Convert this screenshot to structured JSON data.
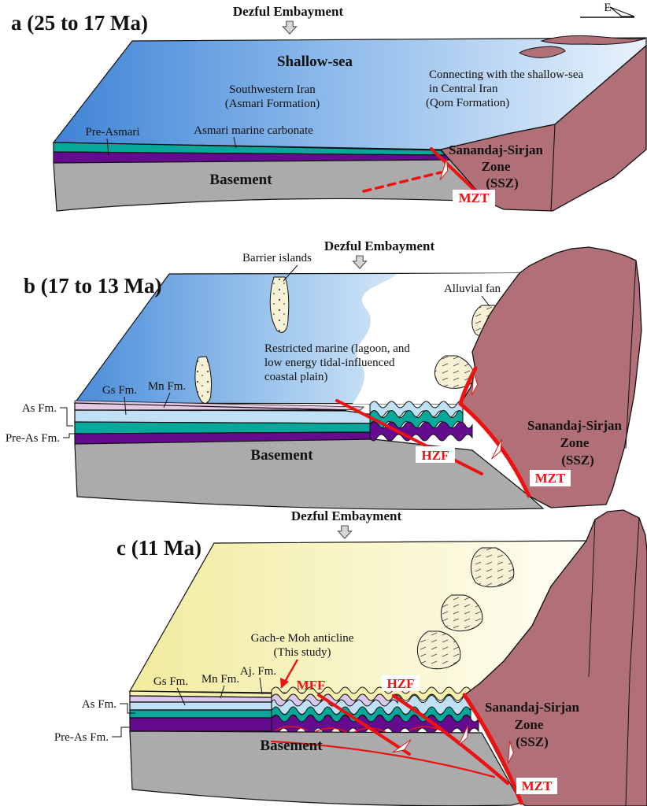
{
  "palette": {
    "sea_deep": "#3f83d6",
    "sea_pale": "#e8f2fb",
    "asmari_teal": "#07a89c",
    "pre_asmari_purple": "#650b90",
    "basement_gray": "#ababab",
    "ssz_maroon": "#b17077",
    "mishan_pink": "#e7c8e6",
    "mishan_lavender": "#d9c7ee",
    "gachsaran_blue": "#bfe0f5",
    "aghajari_yellow": "#f7f1ae",
    "island_cream": "#f7f2d5",
    "fault_red": "#ee1111",
    "land_yellow": "#f1eb9e"
  },
  "panels": {
    "a": {
      "title": "a (25 to 17 Ma)",
      "embayment": "Dezful Embayment",
      "compass": "E",
      "shallow_sea": "Shallow-sea",
      "sw_iran_1": "Southwestern Iran",
      "sw_iran_2": "(Asmari Formation)",
      "connect_1": "Connecting with the shallow-sea",
      "connect_2": "in Central Iran",
      "connect_3": "(Qom Formation)",
      "pre_asmari": "Pre-Asmari",
      "asmari": "Asmari marine carbonate",
      "basement": "Basement",
      "ssz_1": "Sanandaj-Sirjan",
      "ssz_2": "Zone",
      "ssz_3": "(SSZ)",
      "mzt": "MZT"
    },
    "b": {
      "title": "b (17 to 13 Ma)",
      "embayment": "Dezful Embayment",
      "barrier": "Barrier islands",
      "alluvial": "Alluvial fan",
      "restricted_1": "Restricted marine (lagoon, and",
      "restricted_2": "low energy tidal-influenced",
      "restricted_3": "coastal plain)",
      "gs": "Gs Fm.",
      "mn": "Mn Fm.",
      "as_fm": "As Fm.",
      "pre_as": "Pre-As Fm.",
      "basement": "Basement",
      "hzf": "HZF",
      "mzt": "MZT",
      "ssz_1": "Sanandaj-Sirjan",
      "ssz_2": "Zone",
      "ssz_3": "(SSZ)"
    },
    "c": {
      "title": "c (11 Ma)",
      "embayment": "Dezful Embayment",
      "anticline_1": "Gach-e Moh anticline",
      "anticline_2": "(This study)",
      "gs": "Gs Fm.",
      "mn": "Mn Fm.",
      "aj": "Aj. Fm.",
      "as_fm": "As Fm.",
      "pre_as": "Pre-As Fm.",
      "basement": "Basement",
      "mff": "MFF",
      "hzf": "HZF",
      "mzt": "MZT",
      "ssz_1": "Sanandaj-Sirjan",
      "ssz_2": "Zone",
      "ssz_3": "(SSZ)"
    }
  }
}
